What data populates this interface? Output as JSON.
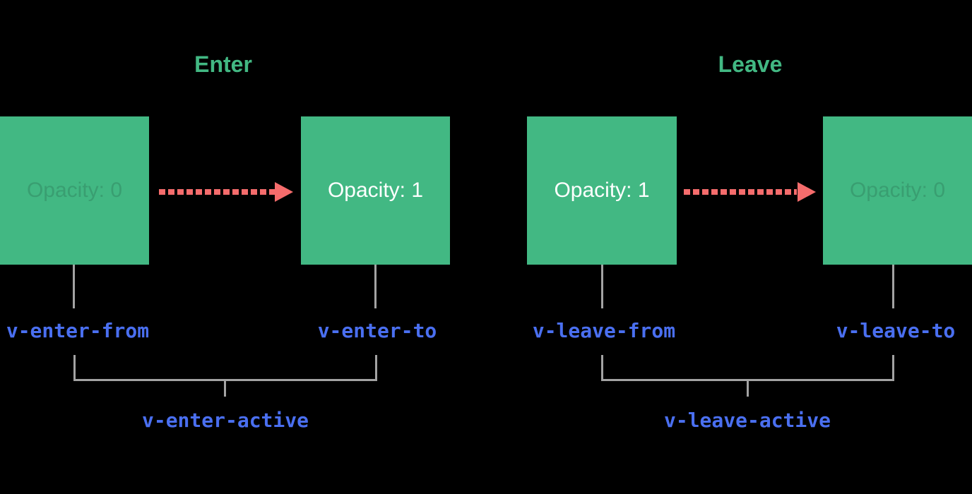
{
  "colors": {
    "background": "#000000",
    "green": "#42b883",
    "red": "#f56c6c",
    "blue": "#4a6ff0",
    "gray": "#a3a3a3",
    "white": "#ffffff",
    "box_muted_text": "#399e71"
  },
  "enter": {
    "title": "Enter",
    "from_box": {
      "label": "Opacity: 0"
    },
    "to_box": {
      "label": "Opacity: 1"
    },
    "from_class": "v-enter-from",
    "to_class": "v-enter-to",
    "active_class": "v-enter-active"
  },
  "leave": {
    "title": "Leave",
    "from_box": {
      "label": "Opacity: 1"
    },
    "to_box": {
      "label": "Opacity: 0"
    },
    "from_class": "v-leave-from",
    "to_class": "v-leave-to",
    "active_class": "v-leave-active"
  }
}
